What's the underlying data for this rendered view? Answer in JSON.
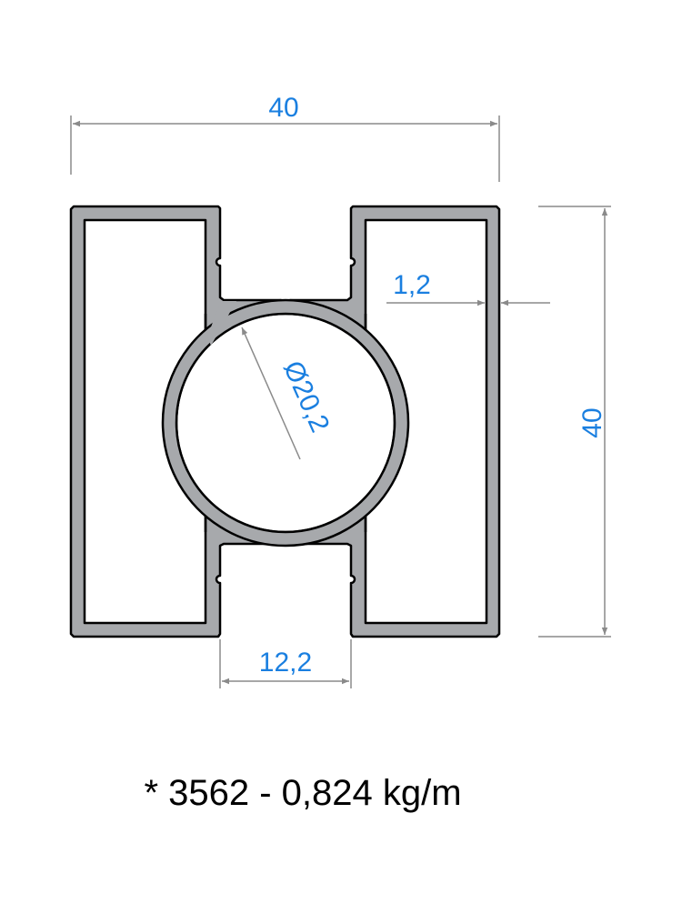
{
  "colors": {
    "dimension_text": "#1a7fe0",
    "dimension_line": "#8a8a8a",
    "profile_fill": "#a7a9ac",
    "profile_outline": "#000000",
    "caption_text": "#000000",
    "background": "#ffffff"
  },
  "dimensions": {
    "width": "40",
    "height": "40",
    "wall_thickness": "1,2",
    "bore_diameter": "Ø20,2",
    "slot_width": "12,2"
  },
  "caption": "* 3562 - 0,824 kg/m"
}
